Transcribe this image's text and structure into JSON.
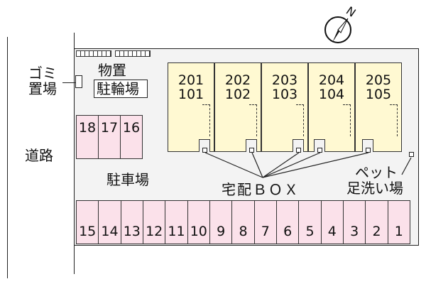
{
  "compass": {
    "north_label": "N",
    "icon": "compass-north-arrow"
  },
  "road_label": "道路",
  "garbage_label_line1": "ゴミ",
  "garbage_label_line2": "置場",
  "storage_label": "物置",
  "bicycle_label": "駐輪場",
  "parking_label": "駐車場",
  "delivery_box_label": "宅配ＢＯＸ",
  "pet_label_line1": "ペット",
  "pet_label_line2": "足洗い場",
  "units": [
    {
      "upper": "201",
      "lower": "101"
    },
    {
      "upper": "202",
      "lower": "102"
    },
    {
      "upper": "203",
      "lower": "103"
    },
    {
      "upper": "204",
      "lower": "104"
    },
    {
      "upper": "205",
      "lower": "105"
    }
  ],
  "upper_spaces": [
    "18",
    "17",
    "16"
  ],
  "lower_spaces": [
    "15",
    "14",
    "13",
    "12",
    "11",
    "10",
    "9",
    "8",
    "7",
    "6",
    "5",
    "4",
    "3",
    "2",
    "1"
  ],
  "colors": {
    "building": "#fff9d2",
    "parking_space": "#fbe1ea",
    "lot": "#f3f3f3"
  }
}
